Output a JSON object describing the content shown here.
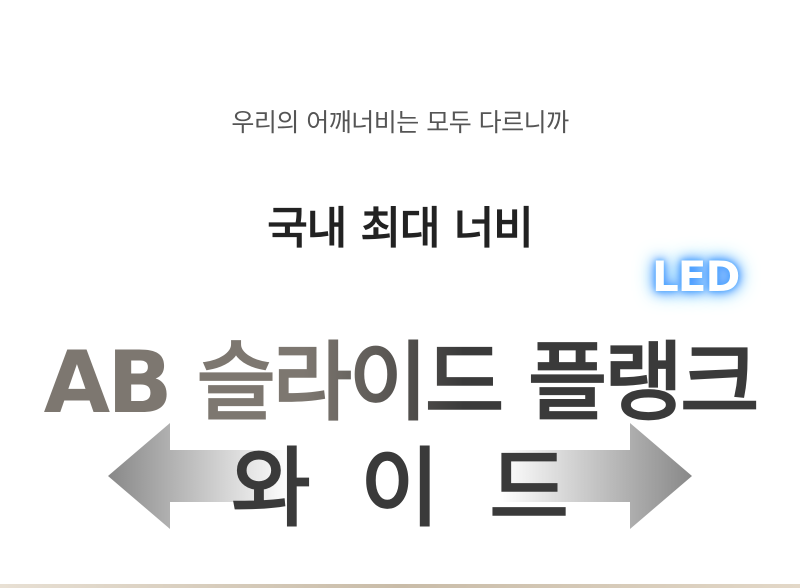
{
  "subtitle": "우리의 어깨너비는 모두 다르니까",
  "title": "국내 최대 너비",
  "badge": "LED",
  "product_name": "AB 슬라이드 플랭크",
  "wide_label": "와 이 드",
  "colors": {
    "accent_glow": "#3366ff",
    "text_dark": "#3a3a3a",
    "text_warm": "#7d7770"
  }
}
